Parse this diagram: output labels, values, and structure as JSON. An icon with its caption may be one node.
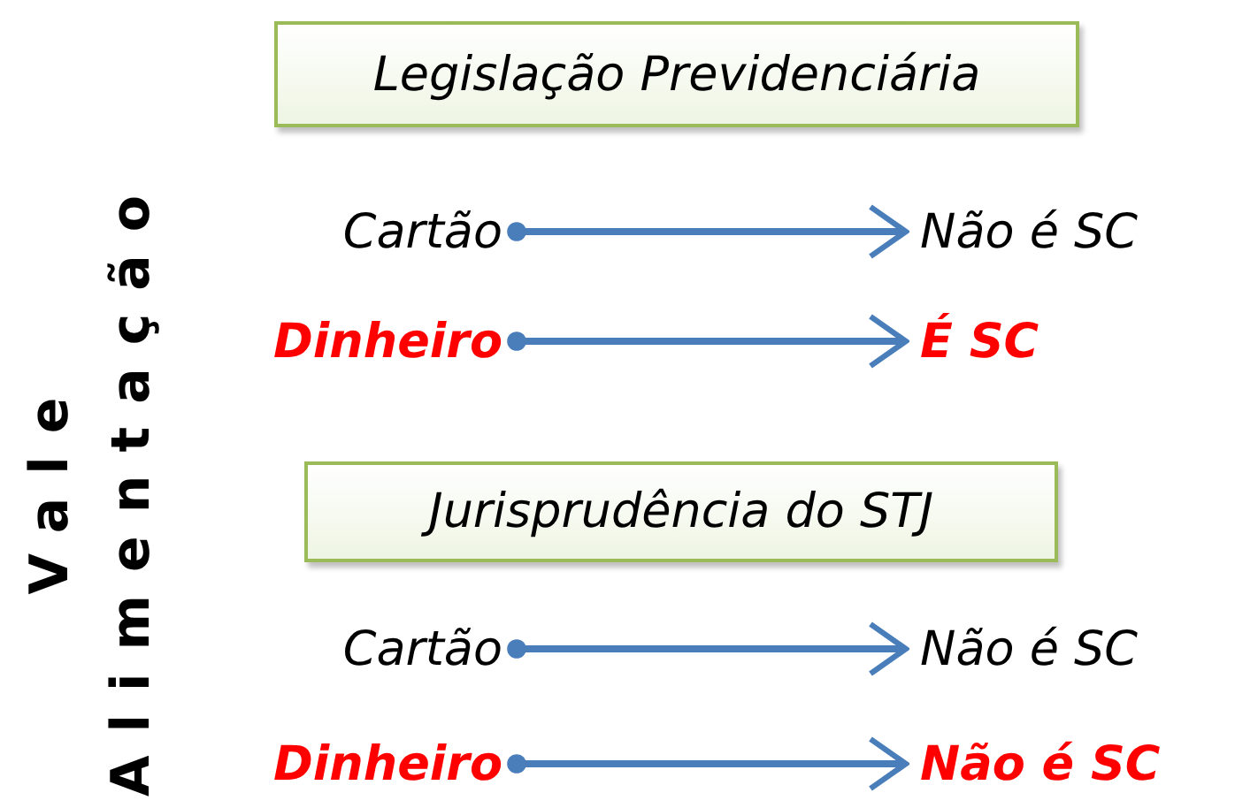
{
  "diagram": {
    "nodes": [
      {
        "text": [
          "Legislação Previdenciária"
        ]
      },
      {
        "text": [
          "Cartão"
        ]
      },
      {
        "text": [
          "Não é SC"
        ]
      },
      {
        "text": [
          "Dinheiro"
        ]
      },
      {
        "text": [
          "É SC"
        ]
      },
      {
        "text": [
          "Jurisprudência do STJ"
        ]
      },
      {
        "text": [
          "Cartão"
        ]
      },
      {
        "text": [
          "Não é SC"
        ]
      },
      {
        "text": [
          "Dinheiro"
        ]
      },
      {
        "text": [
          "Não é SC"
        ]
      }
    ],
    "edges": [
      {
        "from": 1,
        "to": 2,
        "arrow": "to"
      },
      {
        "from": 3,
        "to": 4,
        "arrow": "to"
      },
      {
        "from": 6,
        "to": 7,
        "arrow": "to"
      },
      {
        "from": 8,
        "to": 9,
        "arrow": "to"
      }
    ],
    "labels": [
      "Vale Alimentação"
    ]
  }
}
